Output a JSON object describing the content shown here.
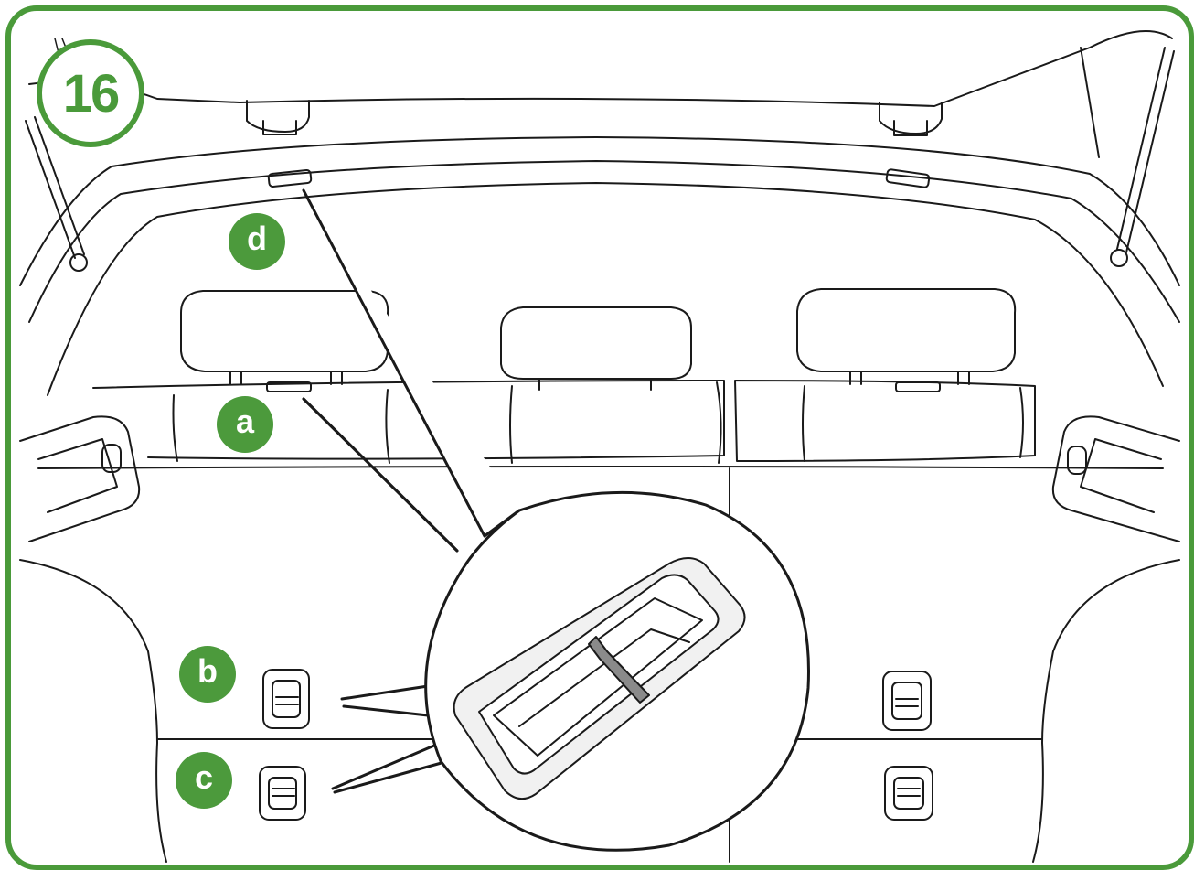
{
  "step_number": "16",
  "callouts": {
    "a": "a",
    "b": "b",
    "c": "c",
    "d": "d"
  },
  "colors": {
    "frame": "#4a9a3a",
    "callout_fill": "#4c9a3c",
    "line_art": "#1a1a1a"
  },
  "icons": {
    "subject": "car-trunk-illustration",
    "detail": "seat-release-lever-magnified"
  }
}
